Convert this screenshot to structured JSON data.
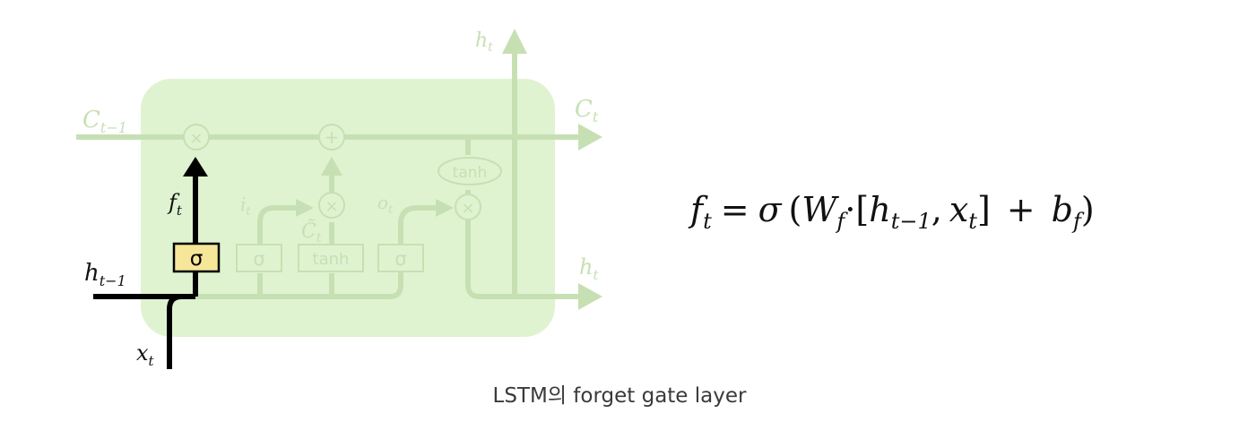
{
  "diagram": {
    "labels": {
      "h_t_top": "h",
      "h_t_top_sub": "t",
      "c_prev": "C",
      "c_prev_sub": "t−1",
      "c_t": "C",
      "c_t_sub": "t",
      "f_t": "f",
      "f_t_sub": "t",
      "i_t": "i",
      "i_t_sub": "t",
      "c_tilde": "C̃",
      "c_tilde_sub": "t",
      "o_t": "o",
      "o_t_sub": "t",
      "h_t_right": "h",
      "h_t_right_sub": "t",
      "h_prev": "h",
      "h_prev_sub": "t−1",
      "x_t": "x",
      "x_t_sub": "t"
    },
    "ops": {
      "multiply": "×",
      "add": "+",
      "tanh_oval": "tanh"
    },
    "boxes": {
      "forget_sigma": "σ",
      "input_sigma": "σ",
      "tanh_box": "tanh",
      "output_sigma": "σ"
    }
  },
  "equation": {
    "f": "f",
    "f_sub": "t",
    "eq": "=",
    "sigma": "σ",
    "lparen": "(",
    "W": "W",
    "W_sub": "f",
    "dot": "·",
    "lbracket": "[",
    "h": "h",
    "h_sub": "t−1",
    "comma": ",",
    "x": "x",
    "x_sub": "t",
    "rbracket": "]",
    "plus": "+",
    "b": "b",
    "b_sub": "f",
    "rparen": ")"
  },
  "caption": "LSTM의 forget gate layer",
  "colors": {
    "cell_fill": "#dff3d0",
    "faded": "#c7e0b3",
    "highlight": "#000000",
    "sigma_box": "#f6e69a"
  }
}
